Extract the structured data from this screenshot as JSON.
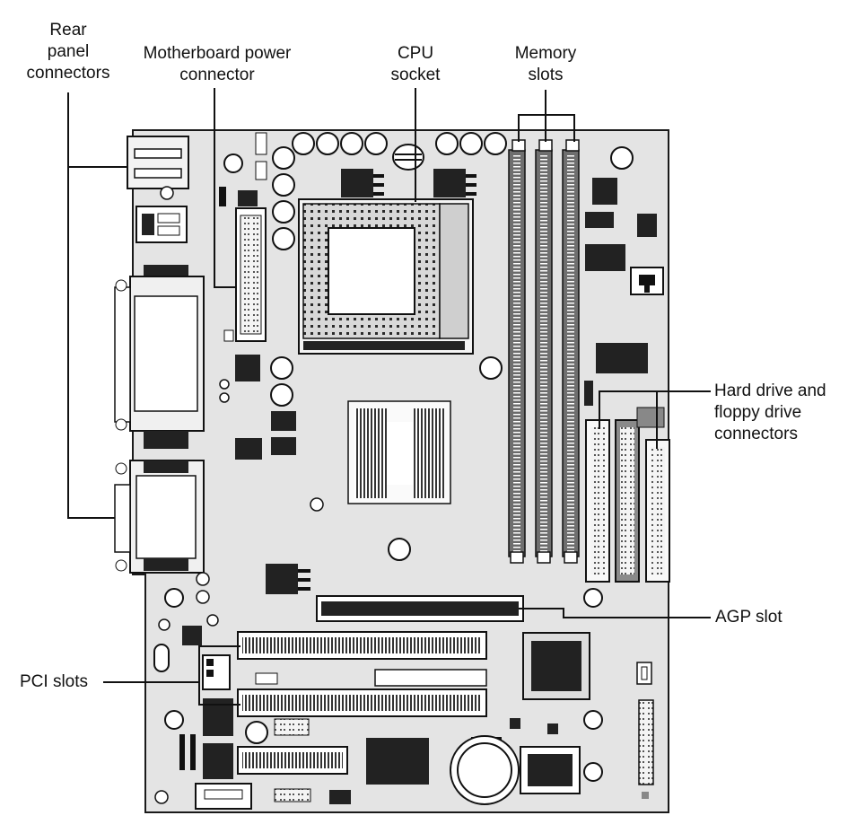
{
  "labels": {
    "rear_panel": "Rear\npanel\nconnectors",
    "power_connector": "Motherboard power\nconnector",
    "cpu_socket": "CPU\nsocket",
    "memory_slots": "Memory\nslots",
    "drive_connectors": "Hard drive and\nfloppy drive\nconnectors",
    "agp_slot": "AGP slot",
    "pci_slots": "PCI slots"
  },
  "colors": {
    "board": "#e4e4e4",
    "outline": "#1a1a1a",
    "dark": "#2b2b2b",
    "mid": "#8c8c8c",
    "light": "#ffffff"
  }
}
